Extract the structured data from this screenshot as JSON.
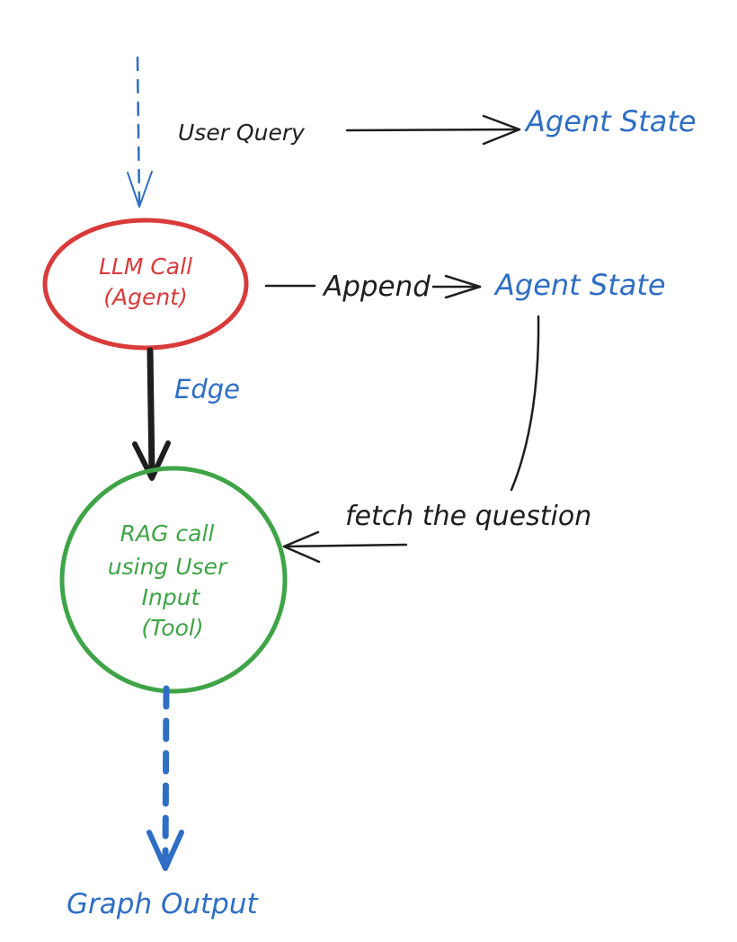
{
  "labels": {
    "user_query": "User Query",
    "agent_state_top": "Agent State",
    "llm_node_line1": "LLM Call",
    "llm_node_line2": "(Agent)",
    "append": "Append",
    "agent_state_mid": "Agent State",
    "edge": "Edge",
    "fetch": "fetch the question",
    "rag_node_line1": "RAG call",
    "rag_node_line2": "using User",
    "rag_node_line3": "Input",
    "rag_node_line4": "(Tool)",
    "graph_output": "Graph Output"
  },
  "colors": {
    "blue": "#2f6ec4",
    "black": "#1e1e1e",
    "red": "#d93a3a",
    "green": "#3fa447"
  }
}
